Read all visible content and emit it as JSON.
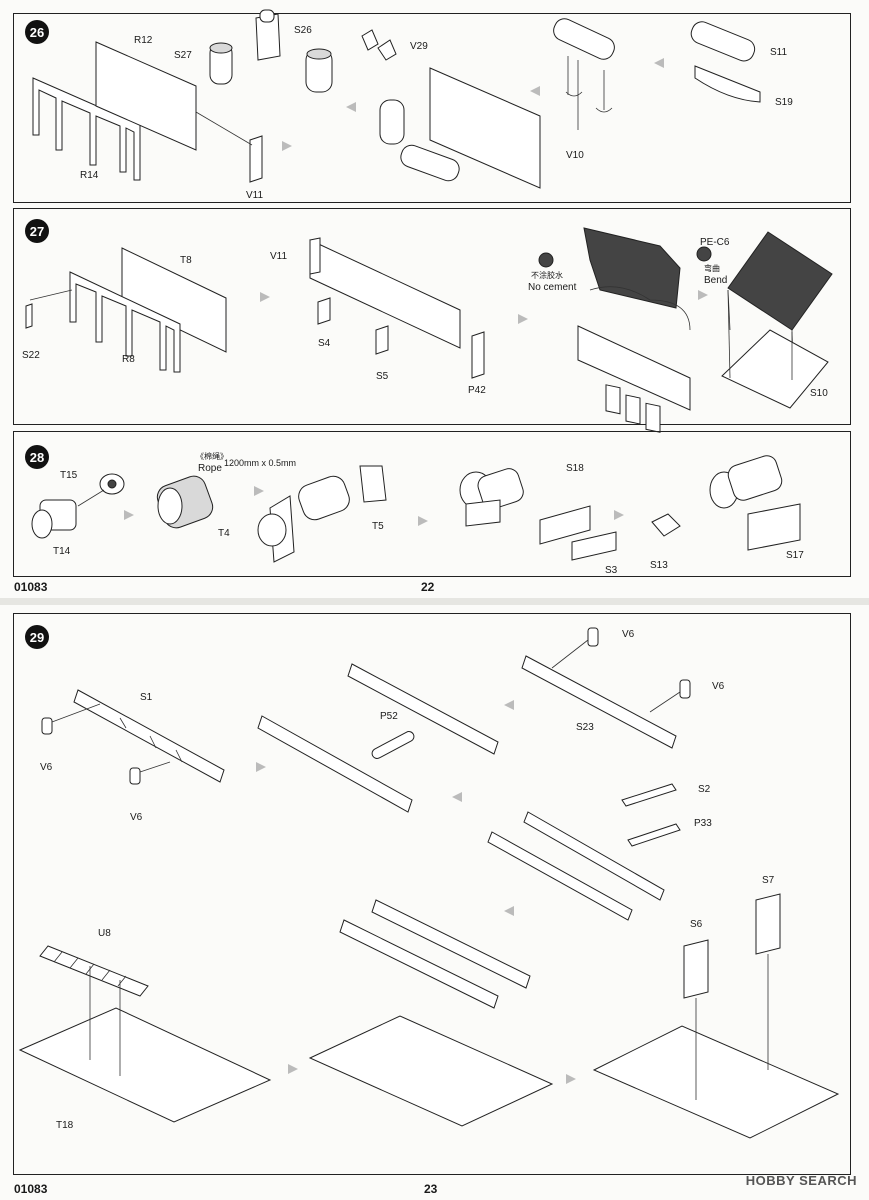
{
  "pages": [
    {
      "code": "01083",
      "number": "22"
    },
    {
      "code": "01083",
      "number": "23"
    }
  ],
  "steps": {
    "s26": {
      "number": "26",
      "labels": {
        "r12": "R12",
        "r14": "R14",
        "v11": "V11",
        "s27": "S27",
        "s26": "S26",
        "v29": "V29",
        "v10": "V10",
        "s11": "S11",
        "s19": "S19"
      }
    },
    "s27": {
      "number": "27",
      "labels": {
        "t8": "T8",
        "s22": "S22",
        "r8": "R8",
        "v11": "V11",
        "s4": "S4",
        "s5": "S5",
        "p42": "P42",
        "s10": "S10",
        "pe_c6": "PE-C6",
        "bend_cn": "弯曲",
        "bend": "Bend",
        "no_cement_cn": "不涂胶水",
        "no_cement": "No cement"
      }
    },
    "s28": {
      "number": "28",
      "labels": {
        "t15": "T15",
        "t14": "T14",
        "rope_cn": "《棉绳》",
        "rope": "Rope",
        "rope_size": "1200mm x 0.5mm",
        "t4": "T4",
        "t5": "T5",
        "s18": "S18",
        "s3": "S3",
        "s13": "S13",
        "s17": "S17"
      }
    },
    "s29": {
      "number": "29",
      "labels": {
        "s1": "S1",
        "v6_a": "V6",
        "v6_b": "V6",
        "p52": "P52",
        "v6_c": "V6",
        "v6_d": "V6",
        "s23": "S23",
        "s2": "S2",
        "p33": "P33",
        "u8": "U8",
        "t18": "T18",
        "s7": "S7",
        "s6": "S6"
      }
    }
  },
  "watermark": "HOBBY SEARCH"
}
